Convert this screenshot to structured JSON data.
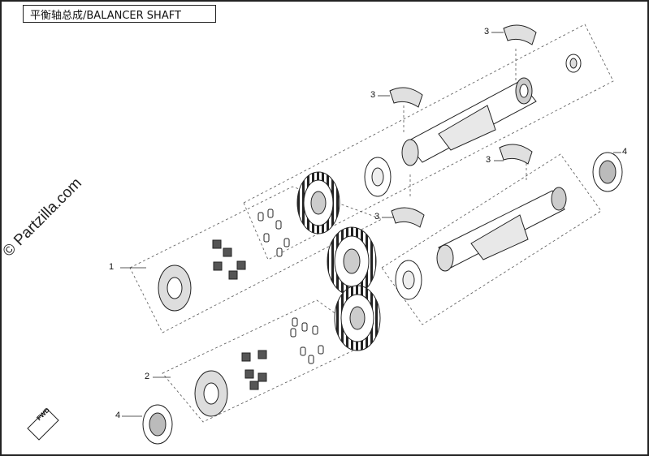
{
  "title": "平衡轴总成/BALANCER SHAFT",
  "watermark": "© Partzilla.com",
  "fwd_label": "FWD",
  "callouts": {
    "c1": "1",
    "c2": "2",
    "c3a": "3",
    "c3b": "3",
    "c3c": "3",
    "c3d": "3",
    "c4a": "4",
    "c4b": "4"
  }
}
